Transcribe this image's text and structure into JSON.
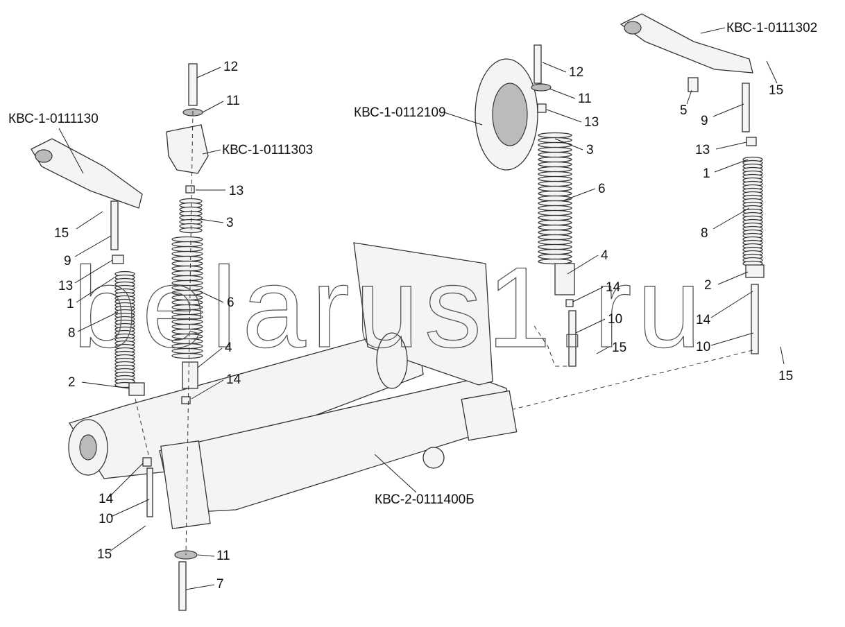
{
  "watermark": "belarus1.ru",
  "labels": {
    "kvs_0111302": "КВС-1-0111302",
    "kvs_0111303": "КВС-1-0111303",
    "kvs_0111130": "КВС-1-0111130",
    "kvs_0112109": "КВС-1-0112109",
    "kvs_0111400b": "КВС-2-0111400Б",
    "p1": "1",
    "p2": "2",
    "p3": "3",
    "p4": "4",
    "p5": "5",
    "p6": "6",
    "p7": "7",
    "p8": "8",
    "p9": "9",
    "p10": "10",
    "p11": "11",
    "p12": "12",
    "p13": "13",
    "p14": "14",
    "p15": "15"
  }
}
